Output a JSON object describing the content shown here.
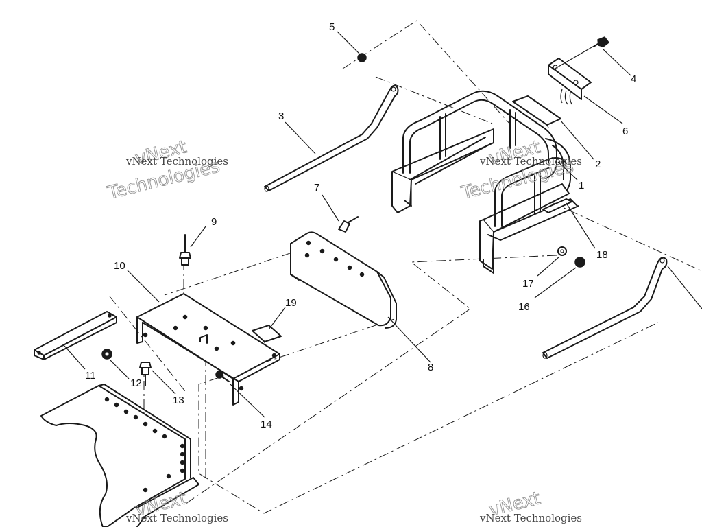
{
  "callouts": {
    "c1": "1",
    "c2": "2",
    "c3": "3",
    "c4": "4",
    "c5": "5",
    "c6": "6",
    "c7": "7",
    "c8": "8",
    "c9": "9",
    "c10": "10",
    "c11": "11",
    "c12": "12",
    "c13": "13",
    "c14": "14",
    "c16": "16",
    "c17": "17",
    "c18": "18",
    "c19": "19"
  },
  "watermark": {
    "line_small": "vNext Technologies",
    "word_vnext": "vNext",
    "word_technologies": "Technologies"
  },
  "colors": {
    "ink": "#1a1a1a",
    "watermark": "#9a9a9a",
    "background": "#ffffff"
  }
}
